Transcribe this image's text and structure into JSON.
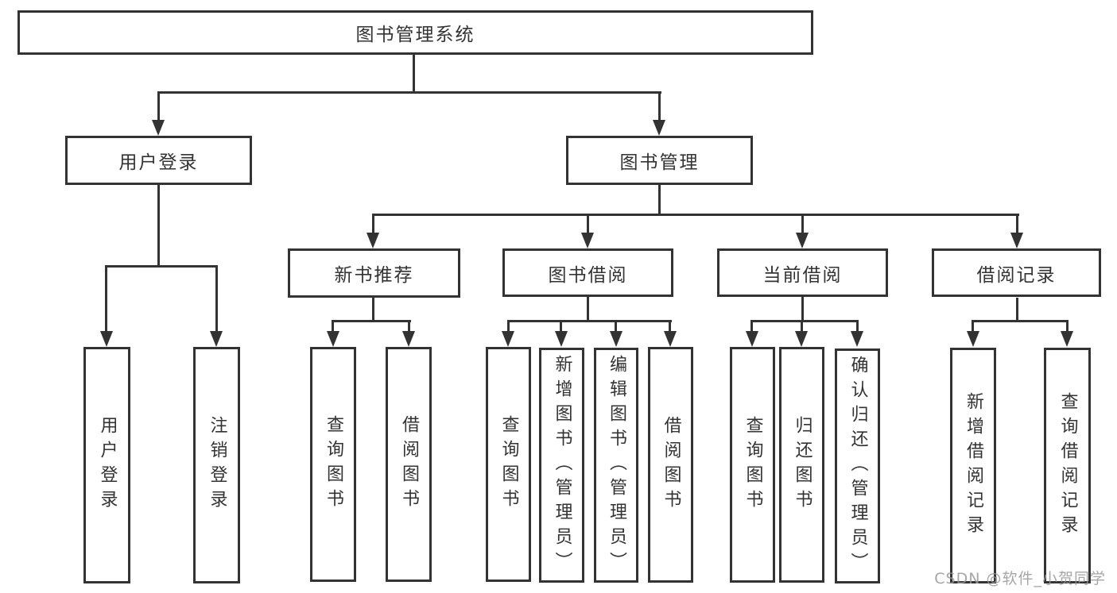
{
  "diagram_type": "tree",
  "watermark": "CSDN @软件_小贺同学",
  "colors": {
    "line": "#333333",
    "text": "#333333",
    "background": "#ffffff",
    "watermark": "#969696"
  },
  "tree": {
    "root": {
      "label": "图书管理系统"
    },
    "branches": [
      {
        "label": "用户登录",
        "children": [
          {
            "label": "用户登录"
          },
          {
            "label": "注销登录"
          }
        ]
      },
      {
        "label": "图书管理",
        "children": [
          {
            "label": "新书推荐",
            "children": [
              {
                "label": "查询图书"
              },
              {
                "label": "借阅图书"
              }
            ]
          },
          {
            "label": "图书借阅",
            "children": [
              {
                "label": "查询图书"
              },
              {
                "label": "新增图书（管理员）"
              },
              {
                "label": "编辑图书（管理员）"
              },
              {
                "label": "借阅图书"
              }
            ]
          },
          {
            "label": "当前借阅",
            "children": [
              {
                "label": "查询图书"
              },
              {
                "label": "归还图书"
              },
              {
                "label": "确认归还（管理员）"
              }
            ]
          },
          {
            "label": "借阅记录",
            "children": [
              {
                "label": "新增借阅记录"
              },
              {
                "label": "查询借阅记录"
              }
            ]
          }
        ]
      }
    ]
  }
}
